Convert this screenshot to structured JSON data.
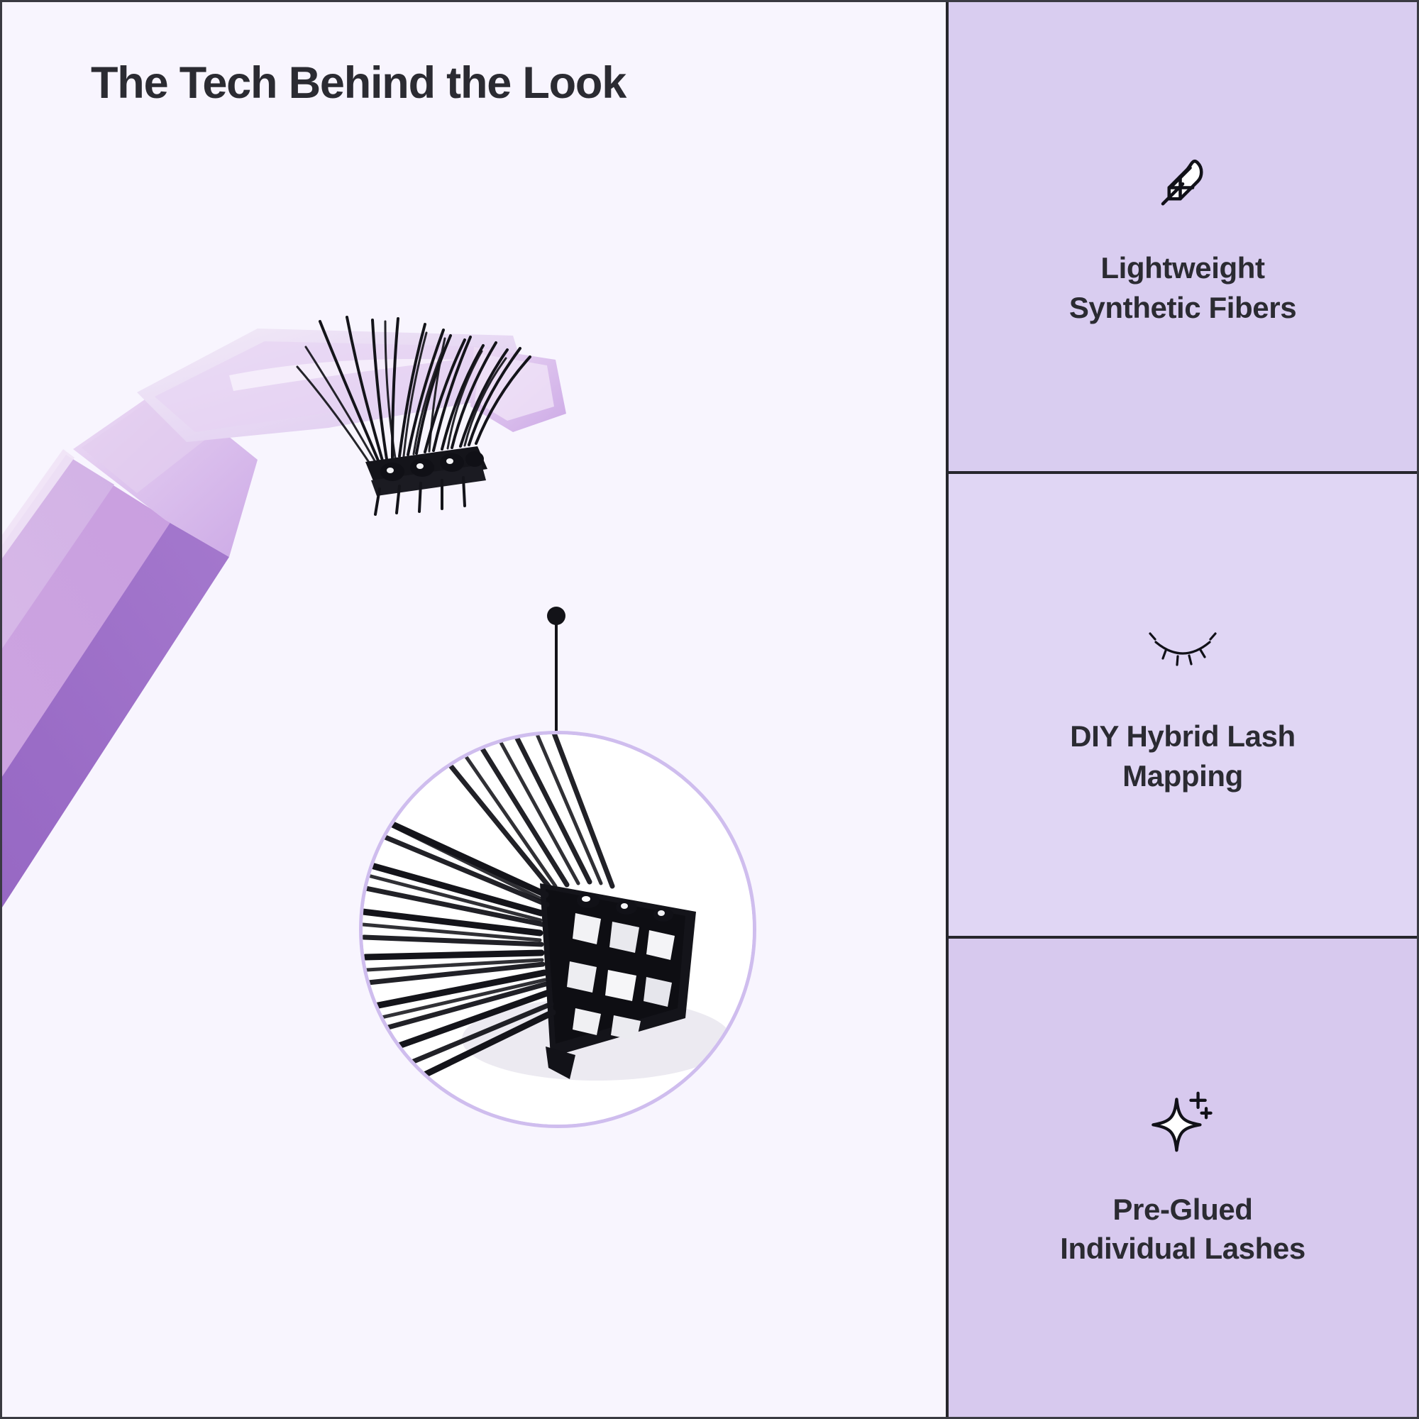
{
  "hero": {
    "title": "The Tech Behind the Look",
    "product": "lash-tweezer-with-cluster",
    "callout": {
      "dot": "callout-dot",
      "magnifier_label": "magnified-lash-band-detail"
    }
  },
  "panel": {
    "cards": [
      {
        "icon": "feather-icon",
        "label": "Lightweight\nSynthetic Fibers",
        "bg": "#d9cdf0"
      },
      {
        "icon": "closed-eye-lash-icon",
        "label": "DIY Hybrid Lash\nMapping",
        "bg": "#e0d6f4"
      },
      {
        "icon": "sparkle-icon",
        "label": "Pre-Glued\nIndividual Lashes",
        "bg": "#d7c9ee"
      }
    ]
  },
  "colors": {
    "background": "#f8f5fe",
    "text": "#2b2b32",
    "divider": "#26262c",
    "magnifier_ring": "#cfbdee",
    "tweezer_light": "#e0c8ef",
    "tweezer_mid": "#c9a3e2",
    "tweezer_dark": "#9264c2",
    "lash_black": "#131318"
  }
}
